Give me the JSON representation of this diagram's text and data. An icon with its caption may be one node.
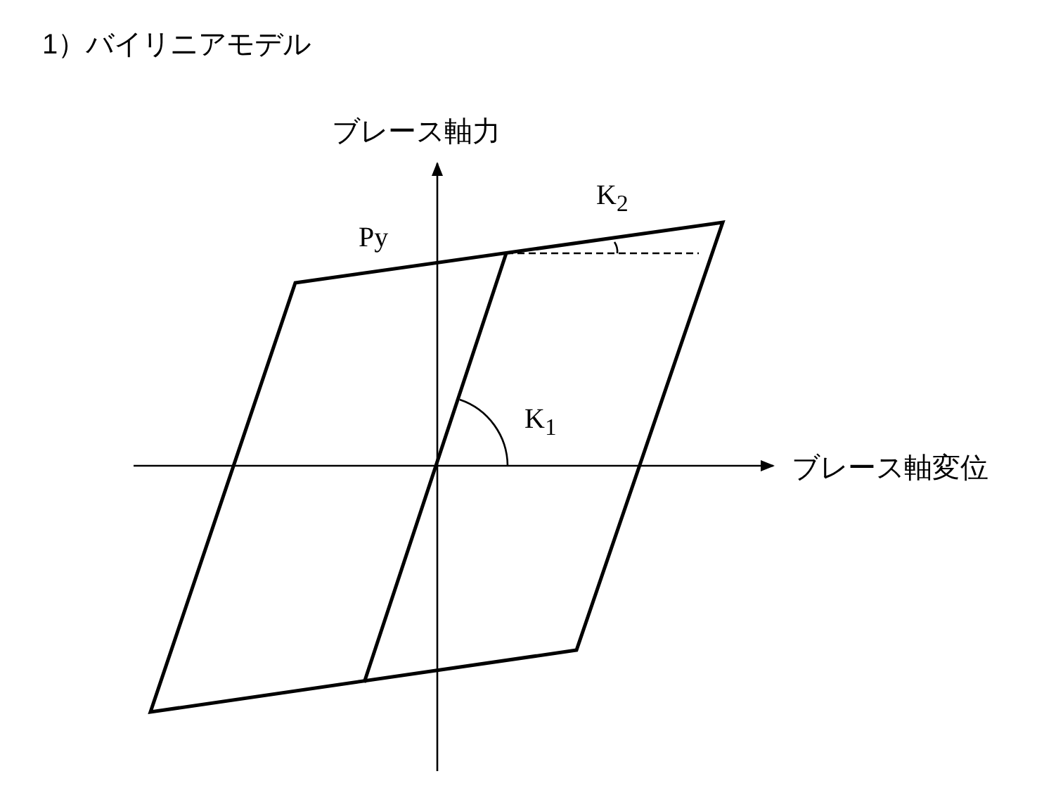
{
  "diagram": {
    "title": "1）バイリニアモデル",
    "labels": [
      "ブレース軸力",
      "Py",
      "K$_{2}$",
      "K$_{1}$",
      "ブレース軸変位"
    ]
  }
}
